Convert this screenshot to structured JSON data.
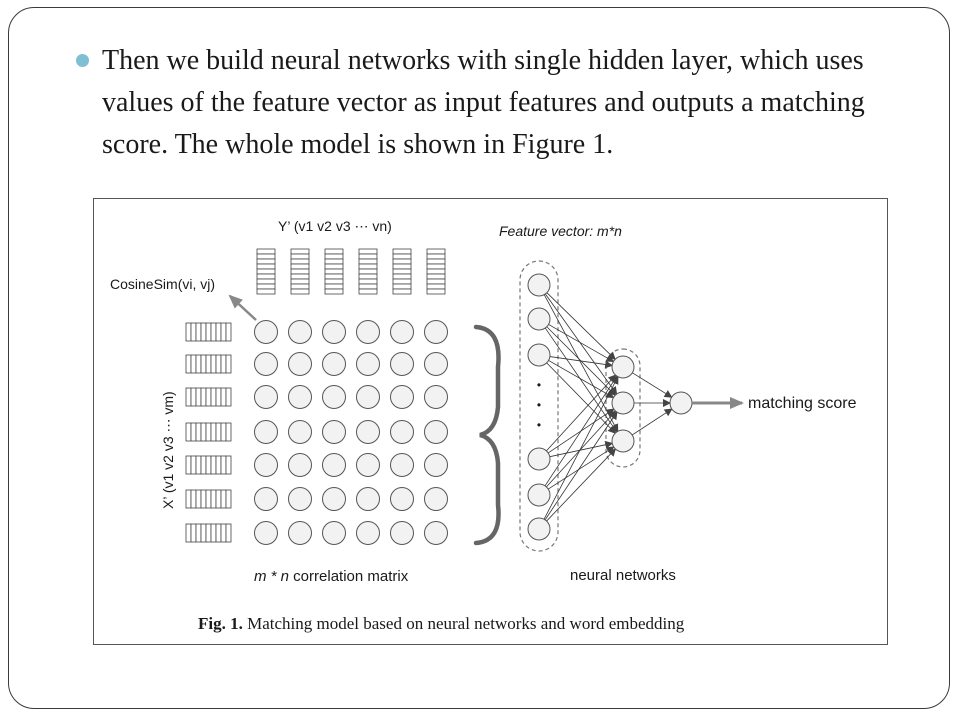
{
  "slide": {
    "bullet_text": "Then we build neural networks with single hidden layer, which uses values of the feature vector as input features and outputs a matching score. The whole model is shown in Figure 1."
  },
  "figure": {
    "y_label": "Y’  (v1 v2 v3 ⋯ vn)",
    "x_label": "X’  (v1 v2 v3 ⋯ vm)",
    "cosine_label": "CosineSim(vi, vj)",
    "feature_vector_label": "Feature vector: m*n",
    "matrix_label_var": "m * n",
    "matrix_label_text": " correlation matrix",
    "nn_label": "neural networks",
    "output_label": "matching score",
    "caption_prefix": "Fig. 1.",
    "caption_text": " Matching model based on neural networks and word embedding",
    "ellipsis_dots": "•\n•\n•"
  },
  "colors": {
    "node_fill": "#f2f2f2",
    "line": "#555555",
    "arrow": "#888888",
    "accent_bullet": "#7fbfd4"
  }
}
